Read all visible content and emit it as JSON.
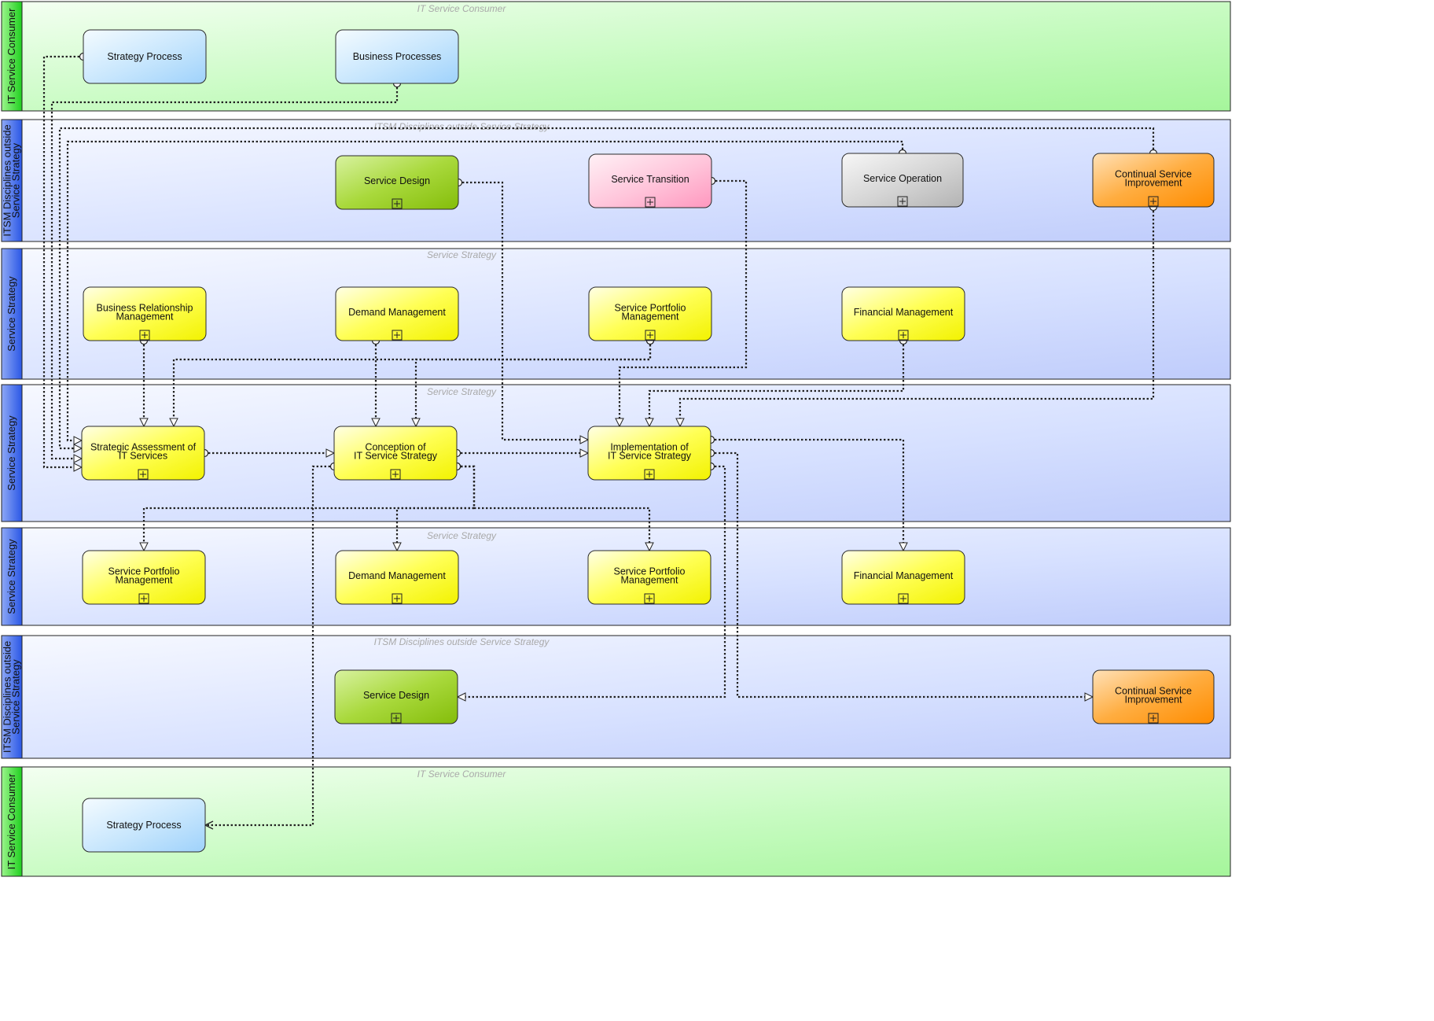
{
  "lanes": [
    {
      "id": "lane1",
      "label": "IT Service Consumer",
      "caption": "IT Service Consumer",
      "theme": "green"
    },
    {
      "id": "lane2",
      "label": "ITSM Disciplines outside\nService Strategy",
      "caption": "ITSM Disciplines outside Service Strategy",
      "theme": "blue"
    },
    {
      "id": "lane3",
      "label": "Service Strategy",
      "caption": "Service Strategy",
      "theme": "blue"
    },
    {
      "id": "lane4",
      "label": "Service Strategy",
      "caption": "Service Strategy",
      "theme": "blue"
    },
    {
      "id": "lane5",
      "label": "Service Strategy",
      "caption": "Service Strategy",
      "theme": "blue"
    },
    {
      "id": "lane6",
      "label": "ITSM Disciplines outside\nService Strategy",
      "caption": "ITSM Disciplines outside Service Strategy",
      "theme": "blue"
    },
    {
      "id": "lane7",
      "label": "IT Service Consumer",
      "caption": "IT Service Consumer",
      "theme": "green"
    }
  ],
  "nodes": [
    {
      "id": "strategy-process-top",
      "text": "Strategy Process",
      "theme": "lightblue",
      "subprocess": false
    },
    {
      "id": "business-processes",
      "text": "Business Processes",
      "theme": "lightblue",
      "subprocess": false
    },
    {
      "id": "service-design-top",
      "text": "Service Design",
      "theme": "green",
      "subprocess": true
    },
    {
      "id": "service-transition",
      "text": "Service Transition",
      "theme": "pink",
      "subprocess": true
    },
    {
      "id": "service-operation",
      "text": "Service Operation",
      "theme": "gray",
      "subprocess": true
    },
    {
      "id": "csi-top",
      "text": "Continual Service\nImprovement",
      "theme": "orange",
      "subprocess": true
    },
    {
      "id": "brm",
      "text": "Business Relationship\nManagement",
      "theme": "yellow",
      "subprocess": true
    },
    {
      "id": "demand-mgmt-top",
      "text": "Demand Management",
      "theme": "yellow",
      "subprocess": true
    },
    {
      "id": "spm-top",
      "text": "Service Portfolio\nManagement",
      "theme": "yellow",
      "subprocess": true
    },
    {
      "id": "fin-mgmt-top",
      "text": "Financial Management",
      "theme": "yellow",
      "subprocess": true
    },
    {
      "id": "strategic-assessment",
      "text": "Strategic Assessment of\nIT Services",
      "theme": "yellow",
      "subprocess": true
    },
    {
      "id": "conception",
      "text": "Conception of\nIT Service Strategy",
      "theme": "yellow",
      "subprocess": true
    },
    {
      "id": "implementation",
      "text": "Implementation of\nIT Service Strategy",
      "theme": "yellow",
      "subprocess": true
    },
    {
      "id": "spm-bottom-left",
      "text": "Service Portfolio\nManagement",
      "theme": "yellow",
      "subprocess": true
    },
    {
      "id": "demand-mgmt-bottom",
      "text": "Demand Management",
      "theme": "yellow",
      "subprocess": true
    },
    {
      "id": "spm-bottom",
      "text": "Service Portfolio\nManagement",
      "theme": "yellow",
      "subprocess": true
    },
    {
      "id": "fin-mgmt-bottom",
      "text": "Financial Management",
      "theme": "yellow",
      "subprocess": true
    },
    {
      "id": "service-design-bottom",
      "text": "Service Design",
      "theme": "green",
      "subprocess": true
    },
    {
      "id": "csi-bottom",
      "text": "Continual Service\nImprovement",
      "theme": "orange",
      "subprocess": true
    },
    {
      "id": "strategy-process-bottom",
      "text": "Strategy Process",
      "theme": "lightblue",
      "subprocess": false
    }
  ],
  "edges": [
    {
      "from": "strategy-process-top",
      "to": "strategic-assessment"
    },
    {
      "from": "business-processes",
      "to": "strategic-assessment"
    },
    {
      "from": "service-operation",
      "to": "strategic-assessment"
    },
    {
      "from": "csi-top",
      "to": "strategic-assessment"
    },
    {
      "from": "brm",
      "to": "strategic-assessment"
    },
    {
      "from": "spm-top",
      "to": "strategic-assessment"
    },
    {
      "from": "demand-mgmt-top",
      "to": "conception"
    },
    {
      "from": "spm-top",
      "to": "conception"
    },
    {
      "from": "strategic-assessment",
      "to": "conception"
    },
    {
      "from": "service-design-top",
      "to": "implementation"
    },
    {
      "from": "service-transition",
      "to": "implementation"
    },
    {
      "from": "fin-mgmt-top",
      "to": "implementation"
    },
    {
      "from": "csi-top",
      "to": "implementation"
    },
    {
      "from": "conception",
      "to": "implementation"
    },
    {
      "from": "conception",
      "to": "spm-bottom-left"
    },
    {
      "from": "conception",
      "to": "demand-mgmt-bottom"
    },
    {
      "from": "conception",
      "to": "spm-bottom"
    },
    {
      "from": "conception",
      "to": "strategy-process-bottom"
    },
    {
      "from": "implementation",
      "to": "fin-mgmt-bottom"
    },
    {
      "from": "implementation",
      "to": "service-design-bottom"
    },
    {
      "from": "implementation",
      "to": "csi-bottom"
    }
  ]
}
